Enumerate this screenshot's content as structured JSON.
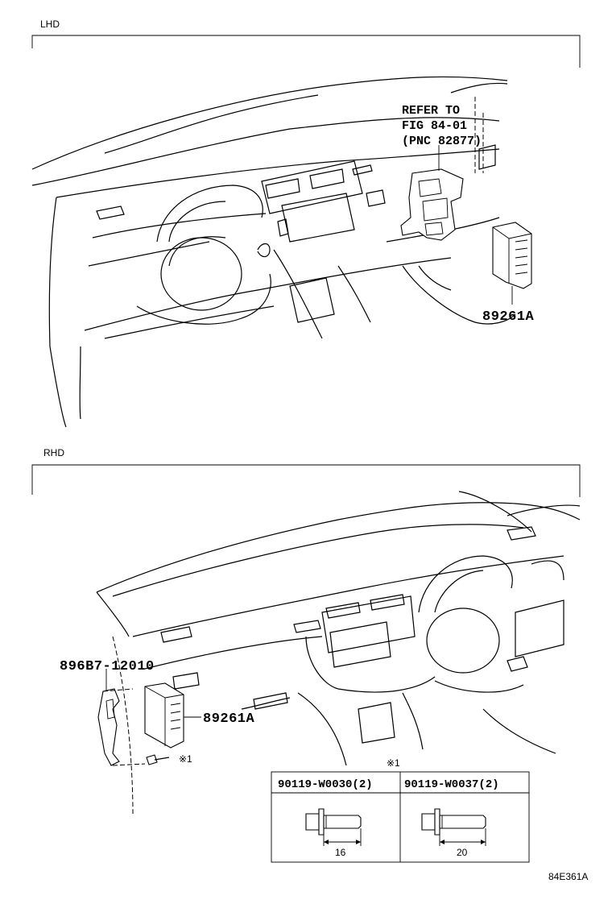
{
  "sections": {
    "lhd": {
      "title": "LHD",
      "refer_lines": [
        "REFER TO",
        "FIG 84-01",
        "(PNC 82877)"
      ],
      "part_label": "89261A"
    },
    "rhd": {
      "title": "RHD",
      "bracket_label": "896B7-12010",
      "part_label": "89261A",
      "bolt_marker": "※1"
    }
  },
  "fastener_table": {
    "marker": "※1",
    "columns": [
      {
        "part_number": "90119-W0030(2)",
        "length": "16"
      },
      {
        "part_number": "90119-W0037(2)",
        "length": "20"
      }
    ]
  },
  "figure_id": "84E361A"
}
